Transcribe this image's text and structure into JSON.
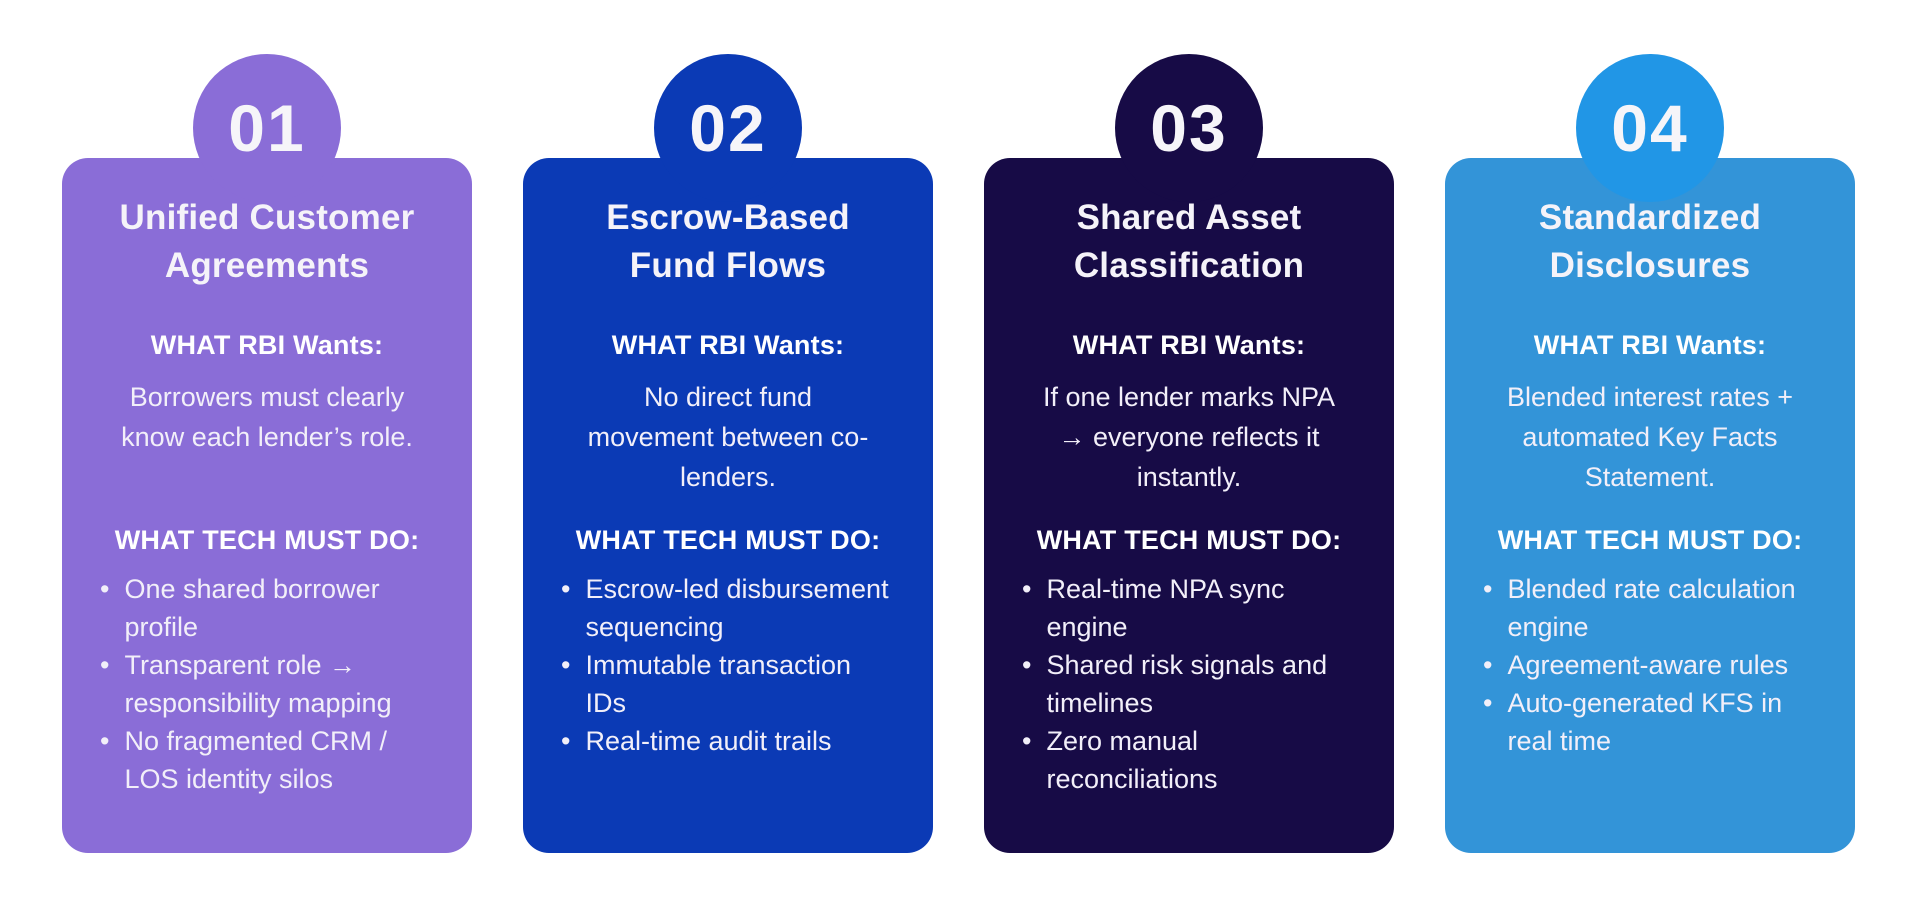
{
  "page": {
    "background_color": "#ffffff"
  },
  "cards": [
    {
      "number": "01",
      "card_color": "#8a6dd7",
      "badge_color": "#8a6dd7",
      "title": "Unified Customer Agreements",
      "title_lines": [
        "Unified Customer",
        "Agreements"
      ],
      "rbi_label": "WHAT RBI Wants:",
      "rbi_text": "Borrowers must clearly know each lender’s role.",
      "rbi_lines": [
        "Borrowers must clearly",
        "know each lender’s role."
      ],
      "tech_label": "WHAT TECH MUST DO:",
      "bullets": [
        "One shared borrower profile",
        "Transparent role → responsibility mapping",
        "No fragmented CRM / LOS identity silos"
      ]
    },
    {
      "number": "02",
      "card_color": "#0b3ab5",
      "badge_color": "#0b3ab5",
      "title": "Escrow-Based Fund Flows",
      "title_lines": [
        "Escrow-Based",
        "Fund Flows"
      ],
      "rbi_label": "WHAT RBI Wants:",
      "rbi_text": "No direct fund movement between co-lenders.",
      "rbi_lines": [
        "No direct fund",
        "movement between co-",
        "lenders."
      ],
      "tech_label": "WHAT TECH MUST DO:",
      "bullets": [
        "Escrow-led disbursement sequencing",
        "Immutable transaction IDs",
        "Real-time audit trails"
      ]
    },
    {
      "number": "03",
      "card_color": "#170b46",
      "badge_color": "#170b46",
      "title": "Shared Asset Classification",
      "title_lines": [
        "Shared Asset",
        "Classification"
      ],
      "rbi_label": "WHAT RBI Wants:",
      "rbi_text": "If one lender marks NPA → everyone reflects it instantly.",
      "rbi_lines": [
        "If one lender marks NPA",
        "→ everyone reflects it",
        "instantly."
      ],
      "tech_label": "WHAT TECH MUST DO:",
      "bullets": [
        "Real-time NPA sync engine",
        "Shared risk signals and timelines",
        "Zero manual reconciliations"
      ]
    },
    {
      "number": "04",
      "card_color": "#3394d8",
      "badge_color": "#2196e6",
      "title": "Standardized Disclosures",
      "title_lines": [
        "Standardized",
        "Disclosures"
      ],
      "rbi_label": "WHAT RBI Wants:",
      "rbi_text": "Blended interest rates + automated Key Facts Statement.",
      "rbi_lines": [
        "Blended interest rates +",
        "automated Key Facts",
        "Statement."
      ],
      "tech_label": "WHAT TECH MUST DO:",
      "bullets": [
        "Blended rate calculation engine",
        "Agreement-aware rules",
        "Auto-generated KFS in real time"
      ]
    }
  ]
}
